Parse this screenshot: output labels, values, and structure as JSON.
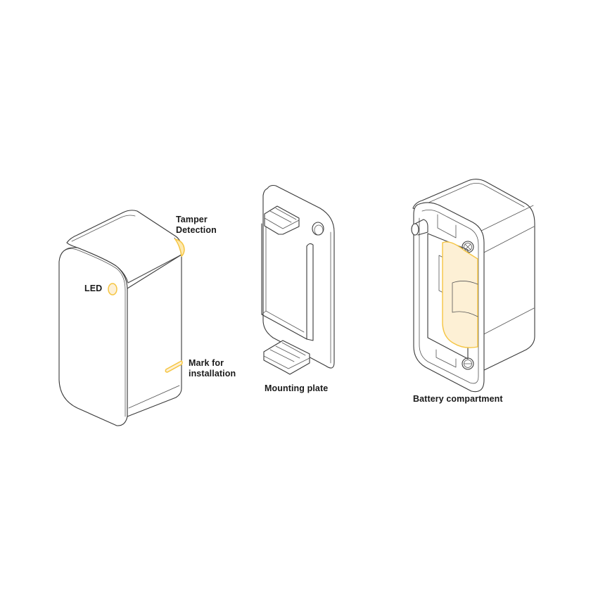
{
  "labels": {
    "tamper_line1": "Tamper",
    "tamper_line2": "Detection",
    "led": "LED",
    "mark_line1": "Mark for",
    "mark_line2": "installation",
    "mounting_plate": "Mounting plate",
    "battery_compartment": "Battery compartment"
  },
  "colors": {
    "highlight_stroke": "#F5C542",
    "highlight_fill": "#FDF0D5",
    "line": "#3A3A3A",
    "text": "#1A1A1A",
    "background": "#FFFFFF"
  },
  "figures": [
    {
      "id": "sensor-front",
      "callouts": [
        "Tamper Detection",
        "LED",
        "Mark for installation"
      ]
    },
    {
      "id": "mounting-plate",
      "caption": "Mounting plate"
    },
    {
      "id": "battery-compartment",
      "caption": "Battery compartment"
    }
  ]
}
